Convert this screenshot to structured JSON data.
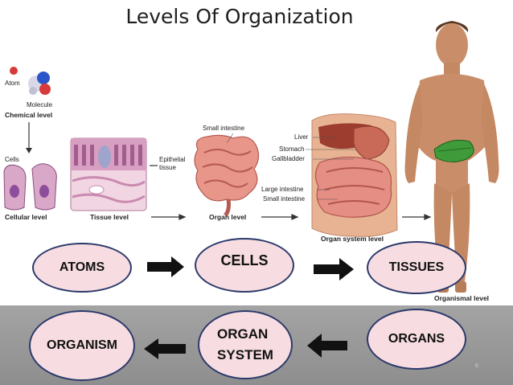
{
  "title": "Levels Of Organization",
  "figure_labels": {
    "atom": "Atom",
    "molecule": "Molecule",
    "chemical_level": "Chemical level",
    "cells": "Cells",
    "epithelial_tissue_1": "Epithelial",
    "epithelial_tissue_2": "tissue",
    "cellular_level": "Cellular level",
    "tissue_level": "Tissue level",
    "small_intestine_top": "Small intestine",
    "organ_level": "Organ level",
    "liver": "Liver",
    "stomach": "Stomach",
    "gallbladder": "Gallbladder",
    "large_intestine": "Large intestine",
    "small_intestine": "Small intestine",
    "organ_system_level": "Organ system level",
    "organismal_level": "Organismal level"
  },
  "levels": {
    "atoms": "ATOMS",
    "cells": "CELLS",
    "tissues": "TISSUES",
    "organs": "ORGANS",
    "organ_system_1": "ORGAN",
    "organ_system_2": "SYSTEM",
    "organism": "ORGANISM"
  },
  "page_number": "6",
  "colors": {
    "oval_fill": "#f7dde1",
    "oval_border": "#2b3a6b",
    "arrow": "#111111"
  }
}
